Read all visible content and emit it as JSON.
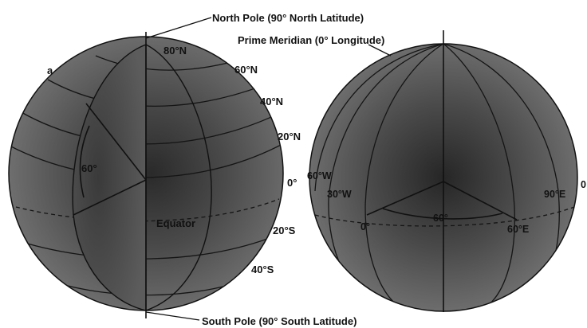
{
  "top_labels": {
    "north_pole": "North Pole (90° North Latitude)",
    "prime_meridian": "Prime Meridian (0° Longitude)",
    "south_pole": "South Pole (90° South Latitude)"
  },
  "left_globe": {
    "panel_letter": "a",
    "latitudes": [
      "80°N",
      "60°N",
      "40°N",
      "20°N",
      "0°",
      "20°S",
      "40°S"
    ],
    "angle_label": "60°",
    "equator_label": "Equator"
  },
  "right_globe": {
    "longitudes": [
      "60°W",
      "30°W",
      "0°",
      "60°E",
      "90°E"
    ],
    "edge_label": "0",
    "angle_label": "60°"
  },
  "colors": {
    "globe_base": "#6f6f6f",
    "globe_shadow": "#2e2e2e",
    "lines": "#141414",
    "background": "#ffffff"
  }
}
